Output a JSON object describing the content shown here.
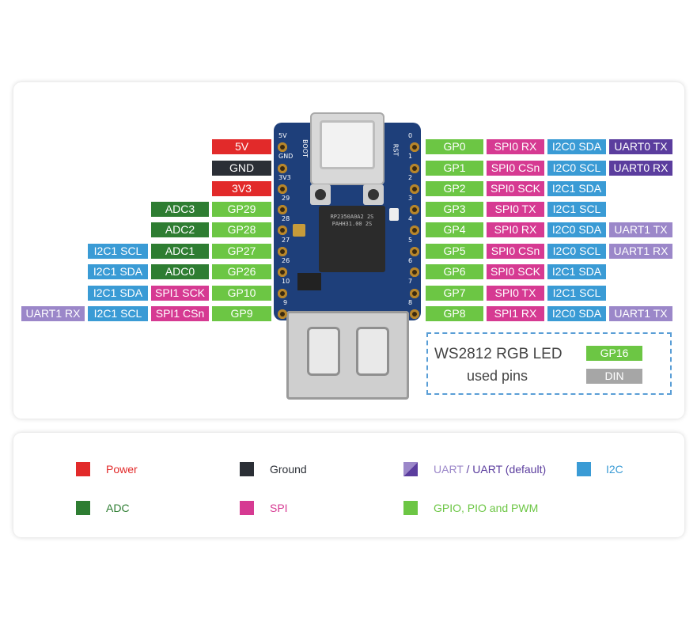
{
  "colors": {
    "power": "#e22a2a",
    "ground": "#2b2f36",
    "adc": "#2e7d32",
    "spi": "#d63a92",
    "gpio": "#6cc644",
    "i2c": "#3a9bd5",
    "uart": "#5b3d9e",
    "uart_alt": "#9b87c9",
    "din": "#a6a6a6"
  },
  "board_silk": {
    "left": [
      "5V",
      "GND",
      "3V3",
      "29",
      "28",
      "27",
      "26",
      "10",
      "9"
    ],
    "right": [
      "0",
      "1",
      "2",
      "3",
      "4",
      "5",
      "6",
      "7",
      "8"
    ],
    "boot": "BOOT",
    "rst": "RST"
  },
  "chip_text": "RP2350A0A2 2S PAHH31.00 2S",
  "left_labels": {
    "power_5v": "5V",
    "gnd": "GND",
    "power_3v3": "3V3",
    "gp29": "GP29",
    "adc3": "ADC3",
    "gp28": "GP28",
    "adc2": "ADC2",
    "gp27": "GP27",
    "adc1": "ADC1",
    "i2c1scl_27": "I2C1 SCL",
    "gp26": "GP26",
    "adc0": "ADC0",
    "i2c1sda_26": "I2C1 SDA",
    "gp10": "GP10",
    "spi1sck_10": "SPI1 SCK",
    "i2c1sda_10": "I2C1 SDA",
    "gp9": "GP9",
    "spi1csn_9": "SPI1 CSn",
    "i2c1scl_9": "I2C1 SCL",
    "uart1rx_9": "UART1 RX"
  },
  "right_labels": {
    "gp0": "GP0",
    "spi0rx_0": "SPI0 RX",
    "i2c0sda_0": "I2C0 SDA",
    "uart0tx_0": "UART0 TX",
    "gp1": "GP1",
    "spi0csn_1": "SPI0 CSn",
    "i2c0scl_1": "I2C0 SCL",
    "uart0rx_1": "UART0 RX",
    "gp2": "GP2",
    "spi0sck_2": "SPI0 SCK",
    "i2c1sda_2": "I2C1 SDA",
    "gp3": "GP3",
    "spi0tx_3": "SPI0 TX",
    "i2c1scl_3": "I2C1 SCL",
    "gp4": "GP4",
    "spi0rx_4": "SPI0 RX",
    "i2c0sda_4": "I2C0 SDA",
    "uart1tx_4": "UART1 TX",
    "gp5": "GP5",
    "spi0csn_5": "SPI0 CSn",
    "i2c0scl_5": "I2C0 SCL",
    "uart1rx_5": "UART1 RX",
    "gp6": "GP6",
    "spi0sck_6": "SPI0 SCK",
    "i2c1sda_6": "I2C1 SDA",
    "gp7": "GP7",
    "spi0tx_7": "SPI0 TX",
    "i2c1scl_7": "I2C1 SCL",
    "gp8": "GP8",
    "spi1rx_8": "SPI1 RX",
    "i2c0sda_8": "I2C0 SDA",
    "uart1tx_8": "UART1 TX"
  },
  "ws2812": {
    "title": "WS2812 RGB LED",
    "subtitle": "used pins",
    "pin_gp": "GP16",
    "pin_din": "DIN"
  },
  "legend": {
    "power": "Power",
    "ground": "Ground",
    "uart_a": "UART",
    "uart_sep": " / ",
    "uart_b": "UART (default)",
    "i2c": "I2C",
    "adc": "ADC",
    "spi": "SPI",
    "gpio": "GPIO, PIO and PWM"
  }
}
